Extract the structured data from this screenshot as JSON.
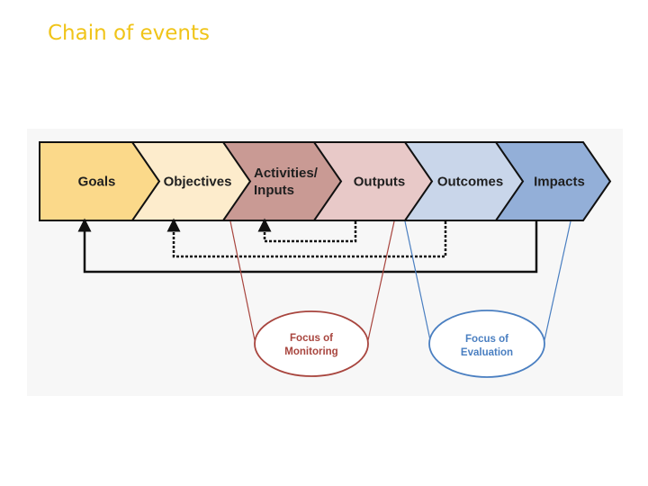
{
  "title": "Chain of events",
  "chain": [
    {
      "id": "goals",
      "label": [
        "Goals"
      ],
      "fill": "#fbd98a"
    },
    {
      "id": "objectives",
      "label": [
        "Objectives"
      ],
      "fill": "#fdeccc"
    },
    {
      "id": "activities-inputs",
      "label": [
        "Activities/",
        "Inputs"
      ],
      "fill": "#c99a94"
    },
    {
      "id": "outputs",
      "label": [
        "Outputs"
      ],
      "fill": "#e8c9c8"
    },
    {
      "id": "outcomes",
      "label": [
        "Outcomes"
      ],
      "fill": "#c9d6ea"
    },
    {
      "id": "impacts",
      "label": [
        "Impacts"
      ],
      "fill": "#93afd8"
    }
  ],
  "focus": {
    "monitoring": {
      "label": [
        "Focus of",
        "Monitoring"
      ],
      "color": "#a8453e"
    },
    "evaluation": {
      "label": [
        "Focus of",
        "Evaluation"
      ],
      "color": "#4a7fc1"
    }
  }
}
